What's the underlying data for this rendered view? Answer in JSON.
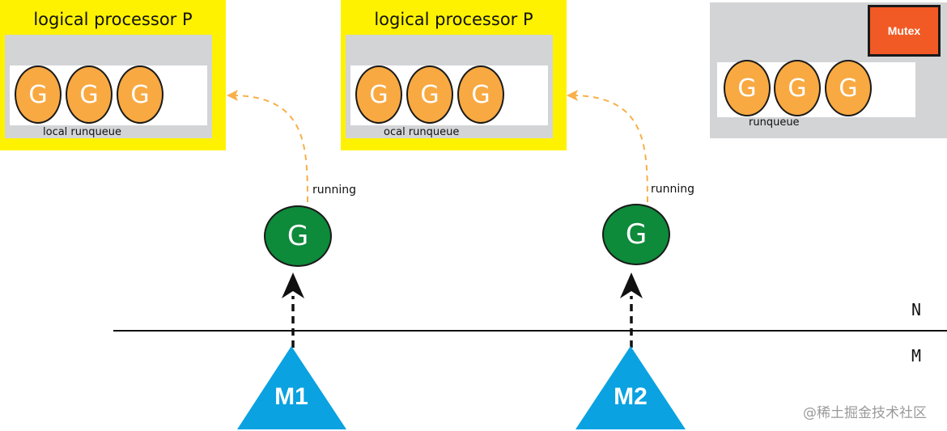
{
  "processors": [
    {
      "title": "logical processor P",
      "goroutines": [
        "G",
        "G",
        "G"
      ],
      "runqueue_label": "local runqueue"
    },
    {
      "title": "logical processor P",
      "goroutines": [
        "G",
        "G",
        "G"
      ],
      "runqueue_label": "ocal runqueue"
    }
  ],
  "global_queue": {
    "mutex_label": "Mutex",
    "goroutines": [
      "G",
      "G",
      "G"
    ],
    "runqueue_label": "runqueue"
  },
  "running": [
    {
      "label": "running",
      "goroutine": "G",
      "machine": "M1"
    },
    {
      "label": "running",
      "goroutine": "G",
      "machine": "M2"
    }
  ],
  "divider": {
    "upper_label": "N",
    "lower_label": "M"
  },
  "watermark": "@稀土掘金技术社区",
  "colors": {
    "processor_frame": "#fff200",
    "queue_background": "#d3d4d6",
    "goroutine_queued": "#f8a941",
    "goroutine_running": "#0d8a3a",
    "mutex": "#f15a24",
    "machine": "#0aa2e0",
    "arrow_dashed_orange": "#f8b04a"
  }
}
